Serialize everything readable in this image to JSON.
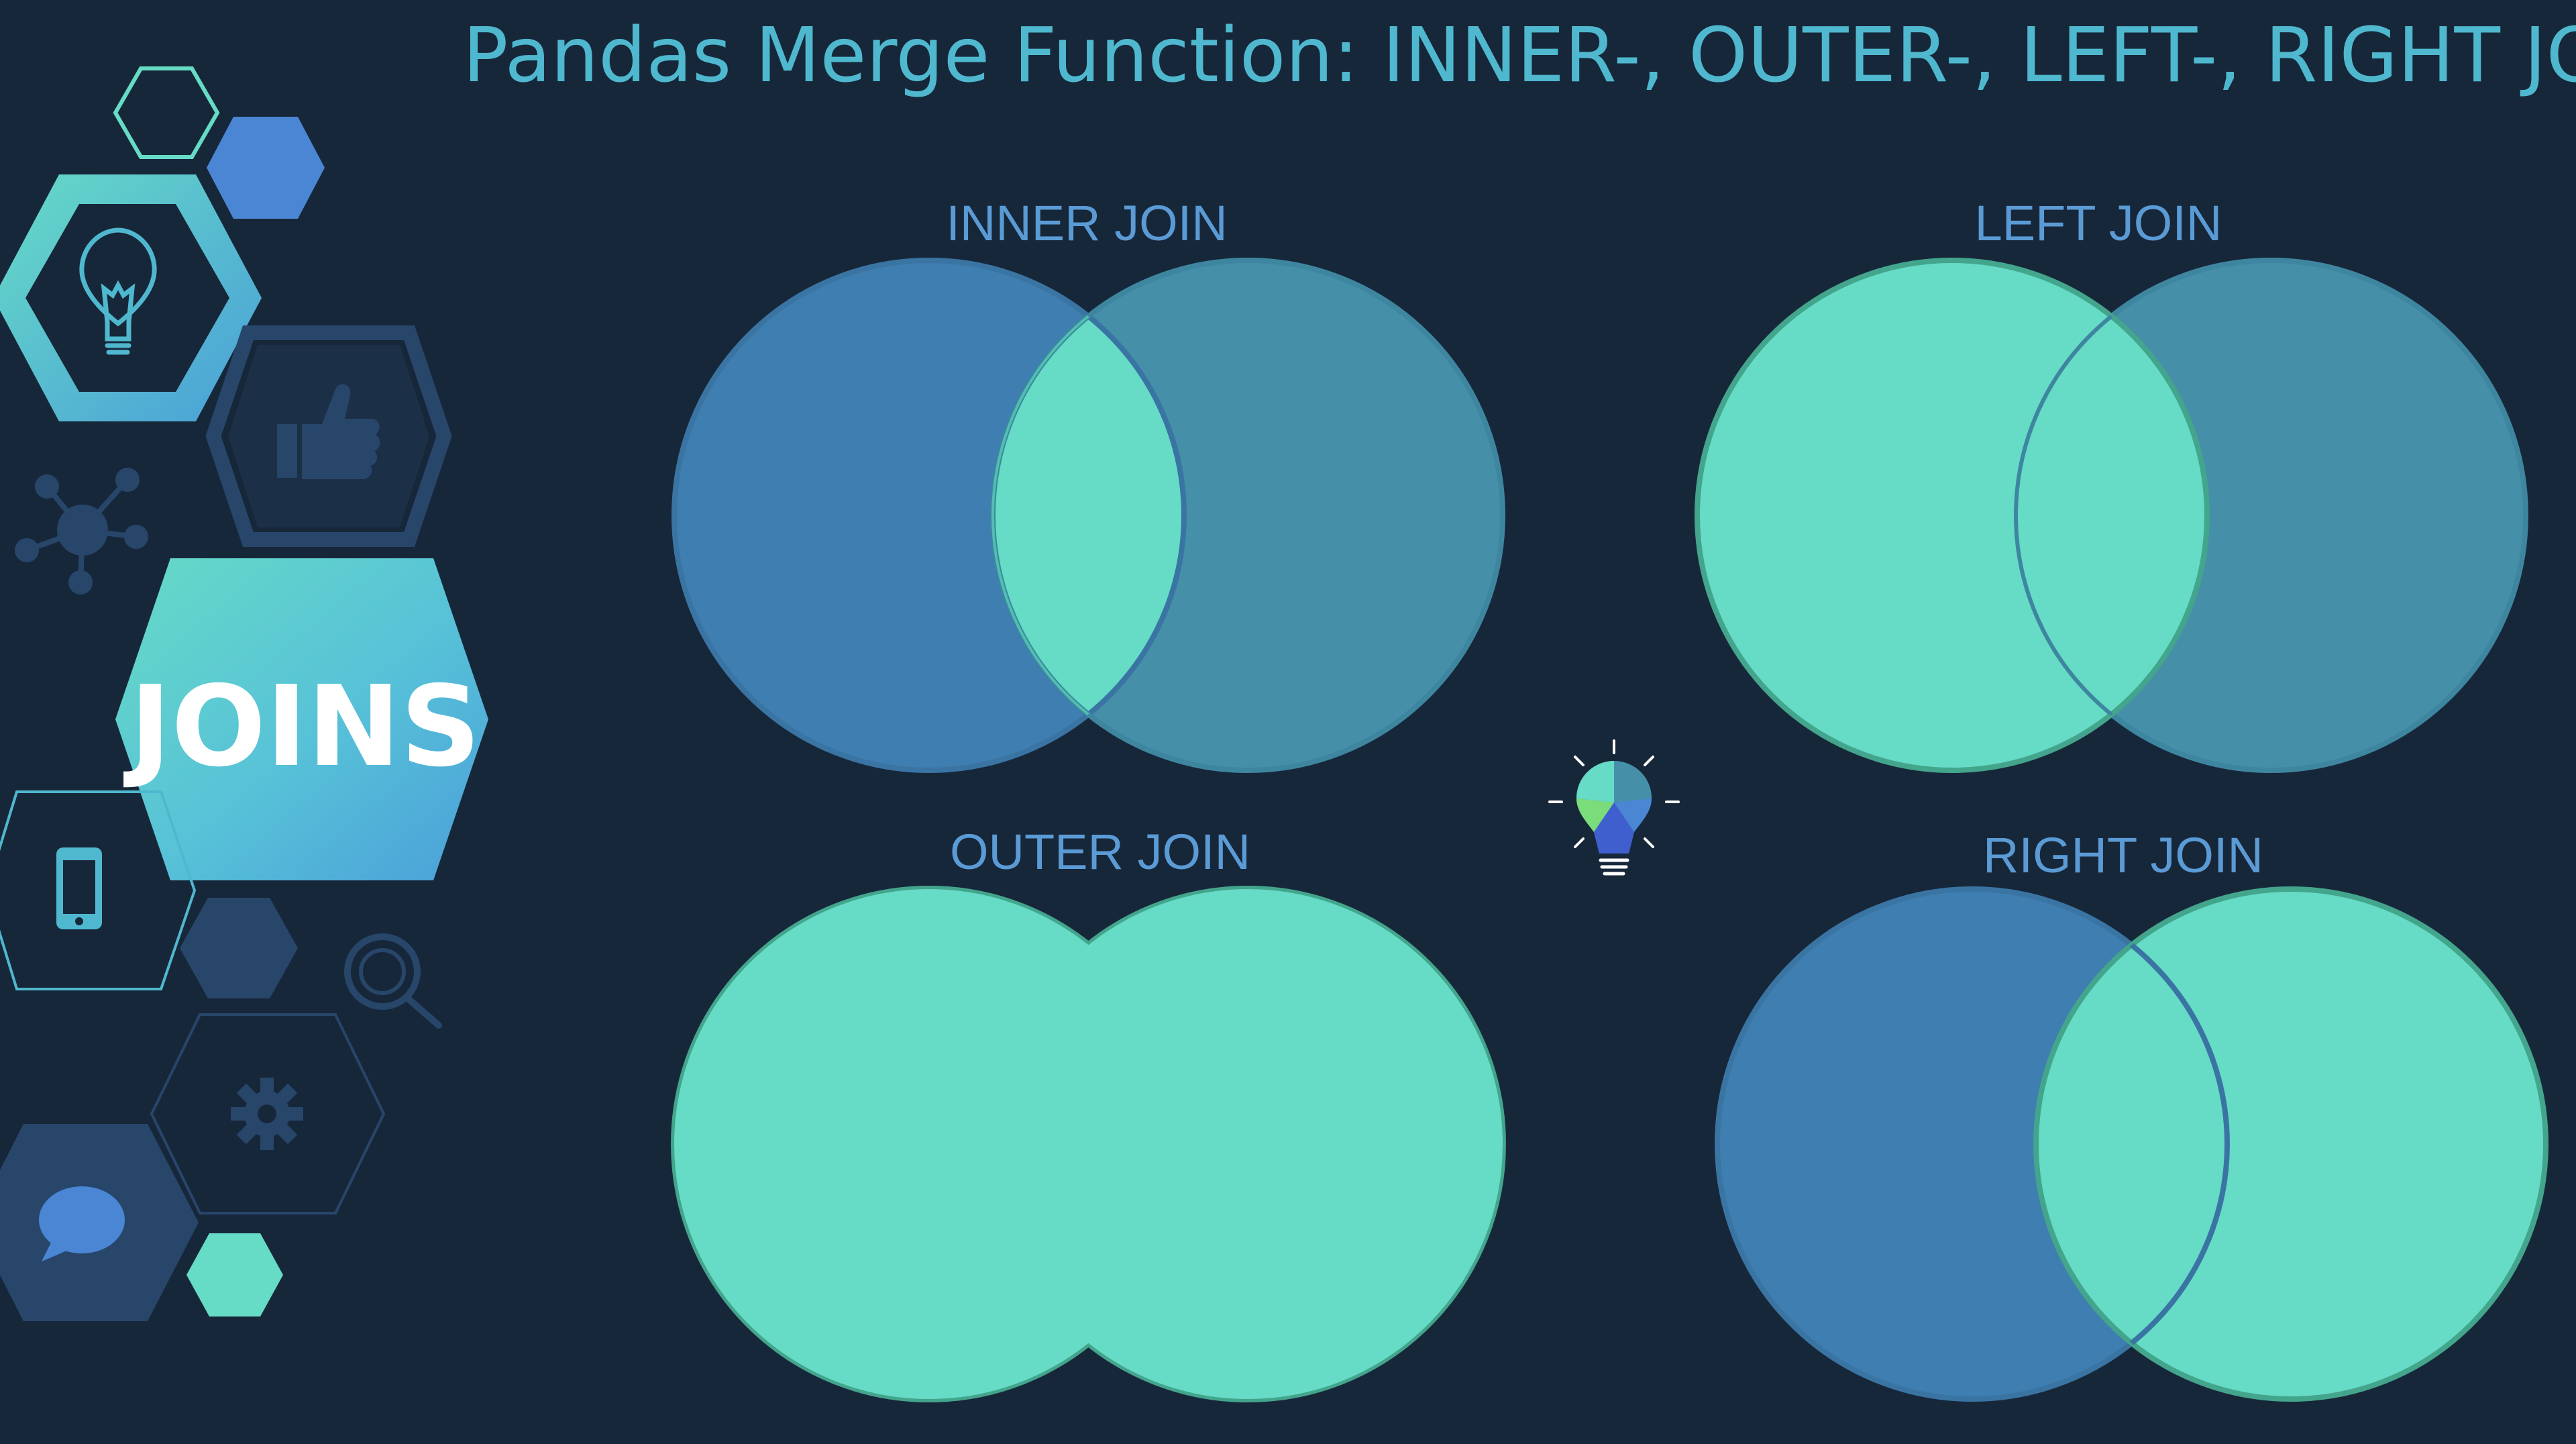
{
  "title": "Pandas Merge Function: INNER-, OUTER-, LEFT-, RIGHT JOIN",
  "badge": "JOINS",
  "colors": {
    "background": "#17273a",
    "highlight": "#66dbc6",
    "blue": "#3e7eb0",
    "teal": "#4590a8",
    "border_green": "#43a58c",
    "label": "#5b9bd5"
  },
  "diagrams": {
    "inner": {
      "label": "INNER JOIN",
      "left": "blue",
      "right": "teal",
      "overlap": "highlight"
    },
    "left": {
      "label": "LEFT JOIN",
      "left": "highlight",
      "right": "teal",
      "overlap": "highlight"
    },
    "outer": {
      "label": "OUTER JOIN",
      "left": "highlight",
      "right": "highlight",
      "overlap": "highlight"
    },
    "right": {
      "label": "RIGHT JOIN",
      "left": "blue",
      "right": "highlight",
      "overlap": "highlight"
    }
  },
  "icons": [
    "lightbulb-icon",
    "thumbs-up-icon",
    "network-icon",
    "smartphone-icon",
    "magnifier-icon",
    "gear-icon",
    "chat-bubble-icon",
    "idea-bulb-icon"
  ]
}
